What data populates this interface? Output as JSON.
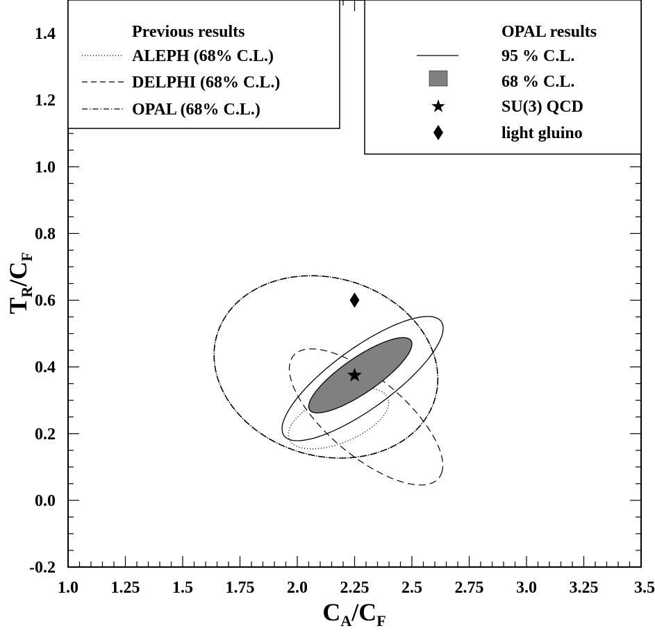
{
  "chart_data": {
    "type": "scatter",
    "xlim": [
      1.0,
      3.5
    ],
    "ylim": [
      -0.2,
      1.5
    ],
    "x_ticks": [
      "1.0",
      "1.25",
      "1.5",
      "1.75",
      "2.0",
      "2.25",
      "2.5",
      "2.75",
      "3.0",
      "3.25",
      "3.5"
    ],
    "y_ticks": [
      "-0.2",
      "0.0",
      "0.2",
      "0.4",
      "0.6",
      "0.8",
      "1.0",
      "1.2",
      "1.4"
    ],
    "xlabel": {
      "main": "C",
      "sub1": "A",
      "sep": "/C",
      "sub2": "F"
    },
    "ylabel": {
      "main": "T",
      "sub1": "R",
      "sep": "/C",
      "sub2": "F"
    },
    "legend_previous": {
      "title": "Previous results",
      "entries": [
        {
          "label": "ALEPH (68% C.L.)",
          "style": "dotted"
        },
        {
          "label": "DELPHI (68% C.L.)",
          "style": "dashed"
        },
        {
          "label": "OPAL (68% C.L.)",
          "style": "dashdot"
        }
      ]
    },
    "legend_opal": {
      "title": "OPAL results",
      "entries": [
        {
          "label": "95 % C.L.",
          "style": "solid"
        },
        {
          "label": "68 % C.L.",
          "style": "filled"
        },
        {
          "label": "SU(3) QCD",
          "style": "star"
        },
        {
          "label": "light gluino",
          "style": "diamond"
        }
      ]
    },
    "points": [
      {
        "name": "SU(3) QCD",
        "x": 2.25,
        "y": 0.375,
        "marker": "star"
      },
      {
        "name": "light gluino",
        "x": 2.25,
        "y": 0.6,
        "marker": "diamond"
      }
    ],
    "contours": [
      {
        "name": "OPAL 68% C.L. (filled)",
        "style": "filled",
        "cx": 2.275,
        "cy": 0.375,
        "rx": 0.245,
        "ry": 0.058,
        "tilt_deg": 24,
        "color": "#808080"
      },
      {
        "name": "OPAL 95% C.L.",
        "style": "solid",
        "cx": 2.285,
        "cy": 0.365,
        "rx": 0.385,
        "ry": 0.1,
        "tilt_deg": 25
      },
      {
        "name": "ALEPH 68% C.L.",
        "style": "dotted",
        "cx": 2.18,
        "cy": 0.245,
        "rx": 0.225,
        "ry": 0.075,
        "tilt_deg": 14
      },
      {
        "name": "DELPHI 68% C.L.",
        "style": "dashed",
        "cx": 2.3,
        "cy": 0.25,
        "rx": 0.37,
        "ry": 0.13,
        "tilt_deg": -27
      },
      {
        "name": "OPAL 68% C.L. (previous)",
        "style": "dashdot",
        "cx": 2.125,
        "cy": 0.4,
        "rx": 0.49,
        "ry": 0.27,
        "tilt_deg": -6
      }
    ]
  }
}
